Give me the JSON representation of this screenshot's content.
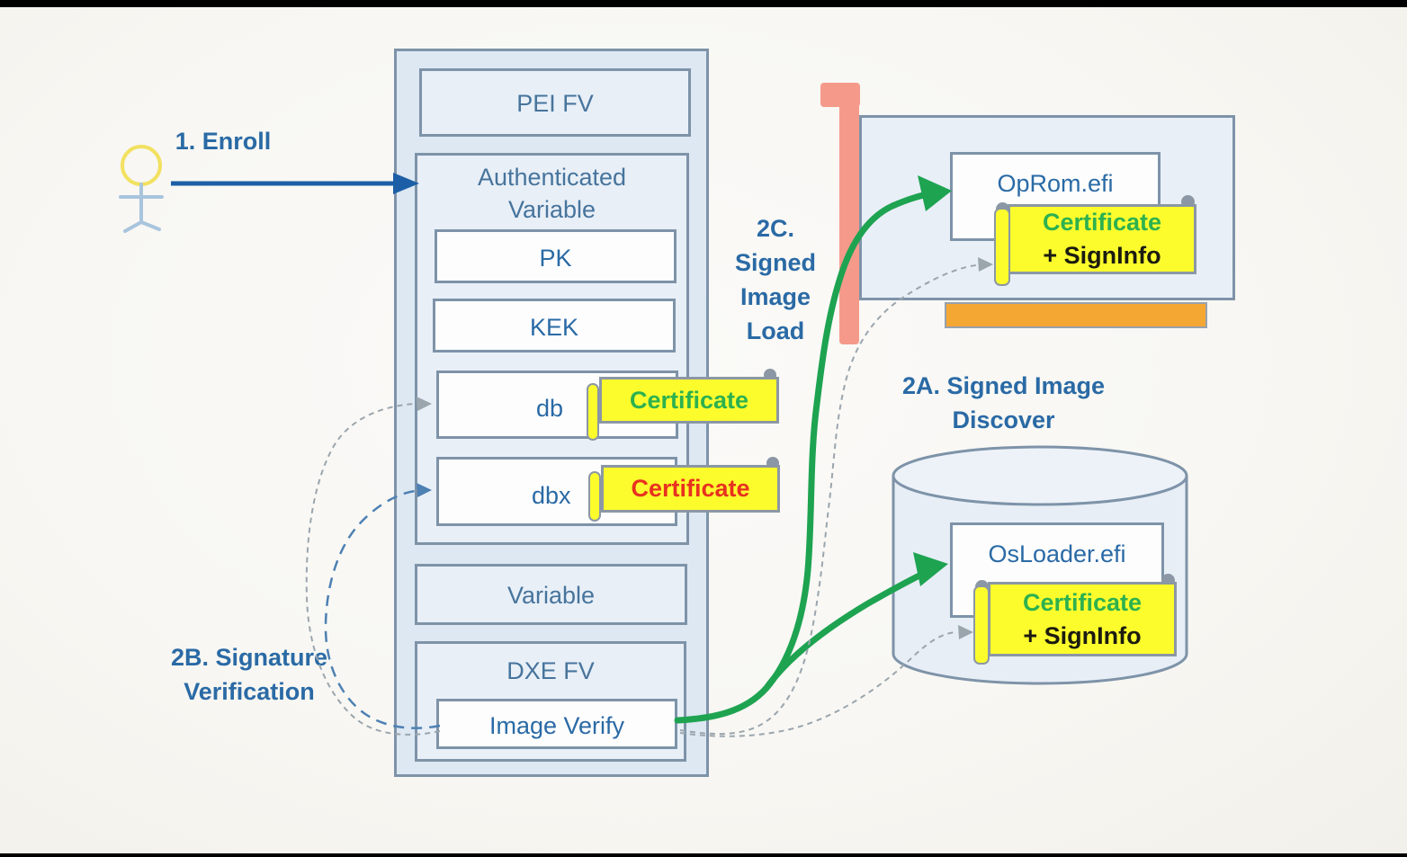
{
  "firmware": {
    "pei_fv": "PEI FV",
    "auth_line1": "Authenticated",
    "auth_line2": "Variable",
    "pk": "PK",
    "kek": "KEK",
    "db": "db",
    "dbx": "dbx",
    "variable": "Variable",
    "dxe_fv": "DXE FV",
    "image_verify": "Image Verify"
  },
  "devices": {
    "oprom_label": "OpRom.efi",
    "osloader_label": "OsLoader.efi"
  },
  "certificates": {
    "db_cert": "Certificate",
    "dbx_cert": "Certificate",
    "oprom_line1": "Certificate",
    "oprom_line2": "+ SignInfo",
    "osloader_line1": "Certificate",
    "osloader_line2": "+ SignInfo"
  },
  "annotations": {
    "enroll": "1. Enroll",
    "signed_image_load": [
      "2C.",
      "Signed",
      "Image",
      "Load"
    ],
    "signed_image_discover": [
      "2A. Signed Image",
      "Discover"
    ],
    "signature_verification": [
      "2B. Signature",
      "Verification"
    ]
  },
  "colors": {
    "text_blue": "#2a6aa5",
    "section_title_blue": "#47749c",
    "box_border": "#7e93a8",
    "panel_fill": "#dde8f3",
    "section_fill": "#e8eff7",
    "scroll_yellow": "#fcfc2d",
    "cert_green": "#2db14f",
    "cert_red": "#e8311f",
    "arrow_green": "#1ea351",
    "enroll_arrow_blue": "#1d5fa6",
    "dashed_gray": "#9aa5ad",
    "dashed_blue": "#4d80b3",
    "salmon": "#f59a8b",
    "orange": "#f5a733",
    "actor_head_yellow": "#f2e160",
    "actor_body_blue": "#a9c4dd",
    "letterbox": "#000000"
  }
}
